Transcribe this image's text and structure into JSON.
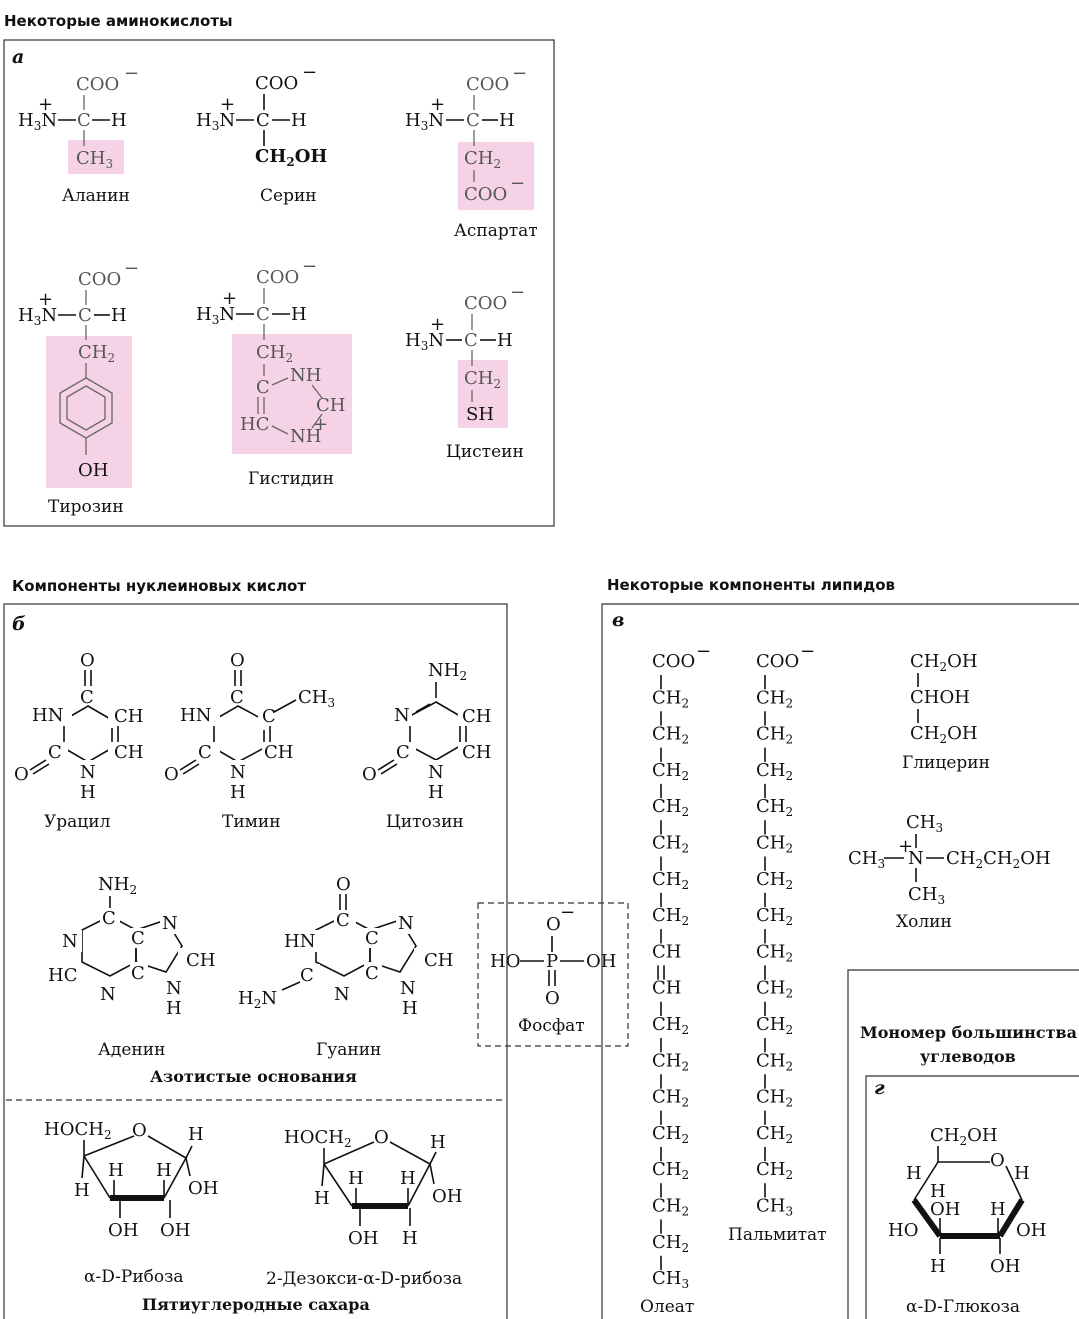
{
  "sections": {
    "amino_title": "Некоторые аминокислоты",
    "nucleic_title": "Компоненты нуклеиновых кислот",
    "lipid_title": "Некоторые компоненты липидов",
    "carb_title_line1": "Мономер большинства",
    "carb_title_line2": "углеводов"
  },
  "panels": {
    "a": "а",
    "b": "б",
    "v": "в",
    "g": "г"
  },
  "amino_acids": {
    "alanine": "Аланин",
    "serine": "Серин",
    "aspartate": "Аспартат",
    "tyrosine": "Тирозин",
    "histidine": "Гистидин",
    "cysteine": "Цистеин"
  },
  "nucleic": {
    "uracil": "Урацил",
    "thymine": "Тимин",
    "cytosine": "Цитозин",
    "adenine": "Аденин",
    "guanine": "Гуанин",
    "bases_caption": "Азотистые основания",
    "ribose": "α-D-Рибоза",
    "deoxyribose": "2-Дезокси-α-D-рибоза",
    "sugars_caption": "Пятиуглеродные сахара",
    "phosphate": "Фосфат"
  },
  "lipids": {
    "oleate": "Олеат",
    "palmitate": "Пальмитат",
    "glycerol": "Глицерин",
    "choline": "Холин"
  },
  "carbs": {
    "glucose": "α-D-Глюкоза"
  },
  "colors": {
    "highlight": "#f6d2e6",
    "border": "#333333"
  }
}
